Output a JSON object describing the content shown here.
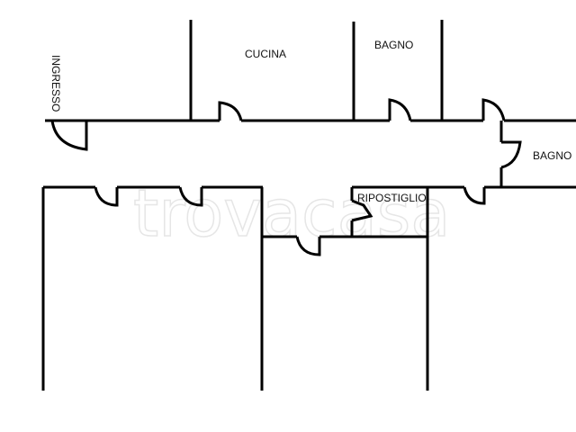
{
  "rooms": {
    "ingresso": "INGRESSO",
    "cucina": "CUCINA",
    "bagno_top": "BAGNO",
    "bagno_right": "BAGNO",
    "ripostiglio": "RIPOSTIGLIO"
  },
  "watermark": "trovacasa",
  "colors": {
    "wall": "#000000",
    "watermark": "#e6e6e6"
  }
}
